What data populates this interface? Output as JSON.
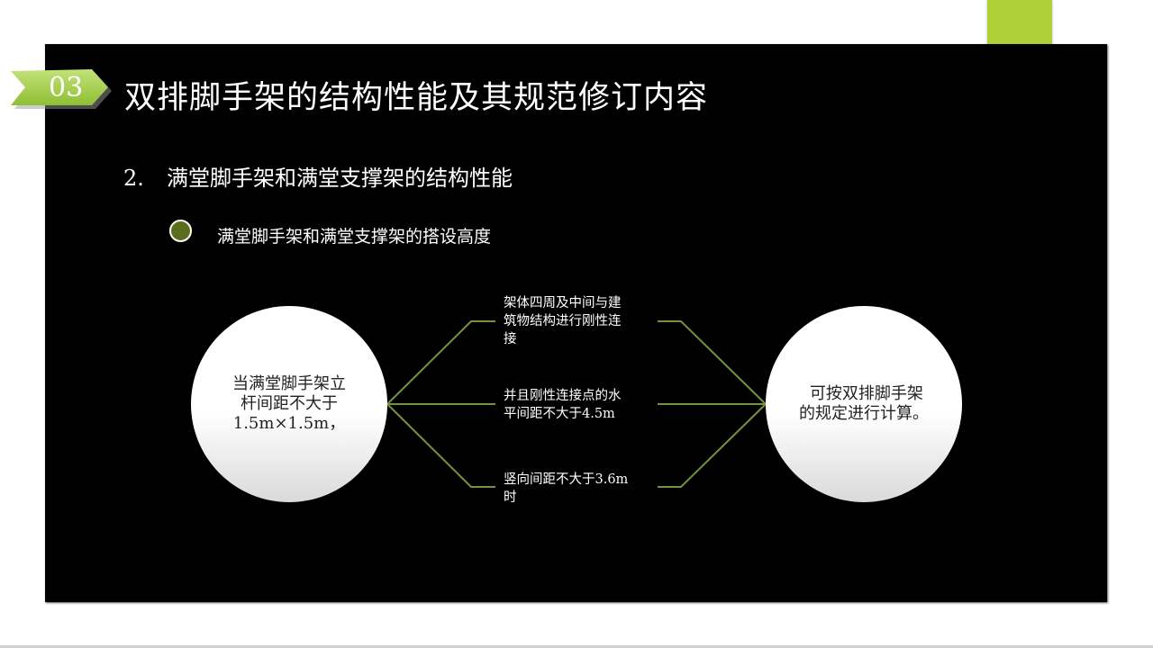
{
  "slide": {
    "section_number": "03",
    "title": "双排脚手架的结构性能及其规范修订内容",
    "subtitle_number": "2.",
    "subtitle": "满堂脚手架和满堂支撑架的结构性能",
    "bullet": "满堂脚手架和满堂支撑架的搭设高度"
  },
  "diagram": {
    "left_node": "当满堂脚手架立\n杆间距不大于\n1.5m×1.5m，",
    "branches": [
      {
        "text": "架体四周及中间与建\n筑物结构进行刚性连\n接"
      },
      {
        "text": "并且刚性连接点的水\n平间距不大于4.5m"
      },
      {
        "text": "竖向间距不大于3.6m\n时"
      }
    ],
    "right_node": " 可按双排脚手架\n的规定进行计算。"
  },
  "colors": {
    "accent_green": "#add136",
    "line_green": "#76923c",
    "bullet_fill": "#5a6e1e",
    "panel": "#000000"
  }
}
